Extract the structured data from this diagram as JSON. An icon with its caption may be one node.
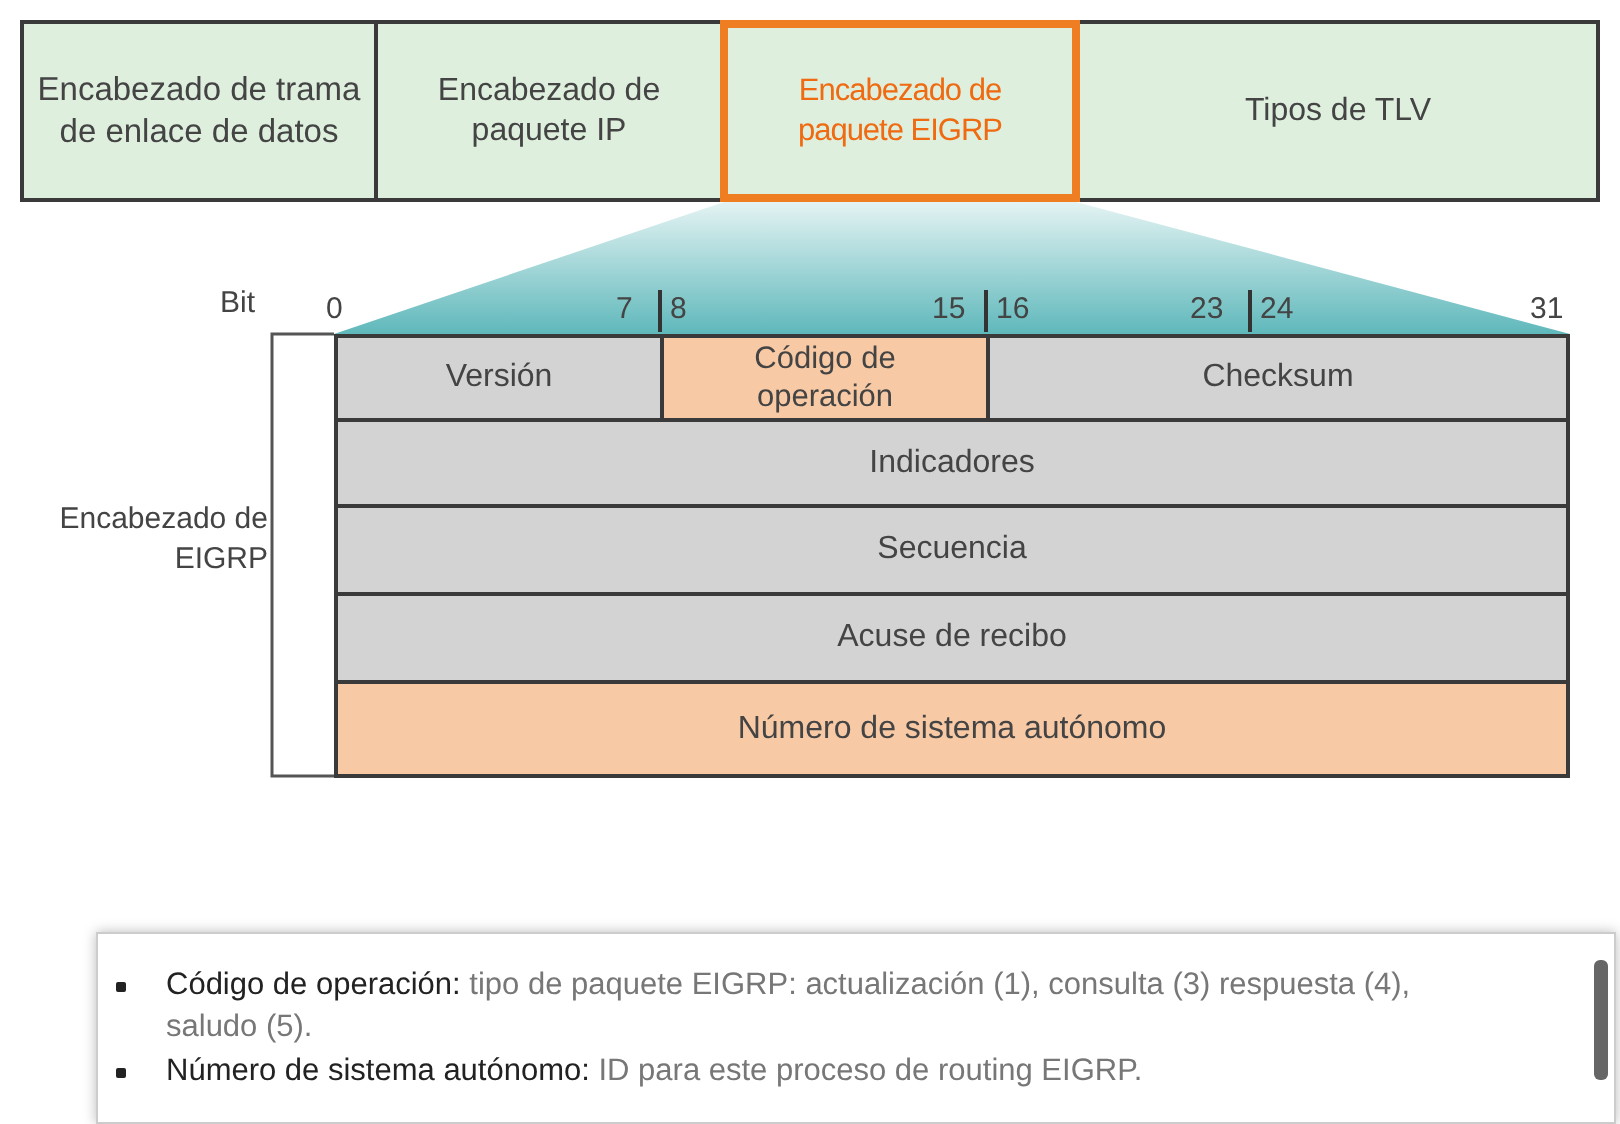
{
  "diagram": {
    "nodes": [
      {
        "text": [
          "Encabezado de trama de enlace de datos"
        ]
      },
      {
        "text": [
          "Encabezado de paquete IP"
        ]
      },
      {
        "text": [
          "Encabezado de paquete EIGRP"
        ]
      },
      {
        "text": [
          "Tipos de TLV"
        ]
      },
      {
        "text": [
          "Versión"
        ]
      },
      {
        "text": [
          "Código de operación"
        ]
      },
      {
        "text": [
          "Checksum"
        ]
      },
      {
        "text": [
          "Indicadores"
        ]
      },
      {
        "text": [
          "Secuencia"
        ]
      },
      {
        "text": [
          "Acuse de recibo"
        ]
      },
      {
        "text": [
          "Número de sistema autónomo"
        ]
      }
    ],
    "edges": [],
    "labels": [
      "Bit",
      "0",
      "7",
      "8",
      "15",
      "16",
      "23",
      "24",
      "31",
      "Encabezado de EIGRP",
      "**Código de operación:** tipo de paquete EIGRP: actualización (1), consulta (3) respuesta (4), saludo (5).",
      "**Número de sistema autónomo:** ID para este proceso de routing EIGRP."
    ]
  }
}
